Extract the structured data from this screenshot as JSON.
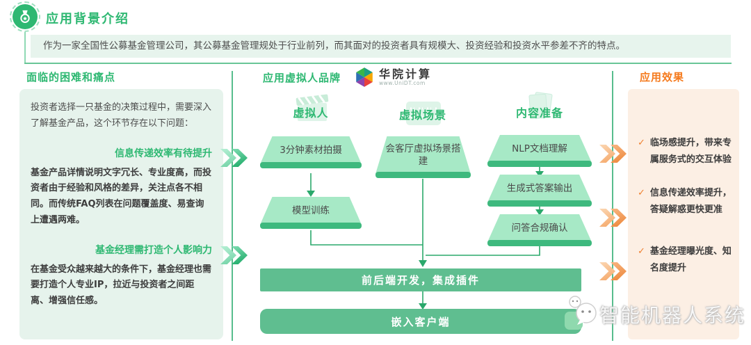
{
  "header": {
    "title": "应用背景介绍",
    "intro": "作为一家全国性公募基金管理公司，其公募基金管理规处于行业前列，而其面对的投资者具有规模大、投资经验和投资水平参差不齐的特点。"
  },
  "left_panel": {
    "title": "面临的困难和痛点",
    "intro": "投资者选择一只基金的决策过程中，需要深入了解基金产品，这个环节存在以下问题：",
    "sections": [
      {
        "heading": "信息传递效率有待提升",
        "body": "基金产品详情说明文字冗长、专业度高，而投资者由于经验和风格的差异，关注点各不相同。而传统FAQ列表在问题覆盖度、易查询上遭遇两难。"
      },
      {
        "heading": "基金经理需打造个人影响力",
        "body": "在基金受众越来越大的条件下，基金经理也需要打造个人专业IP，拉近与投资者之间距离、增强信任感。"
      }
    ]
  },
  "middle_panel": {
    "title": "应用虚拟人品牌",
    "logo": {
      "name": "华院计算",
      "url": "www.UniDT.com"
    },
    "tracks": [
      {
        "label": "虚拟人",
        "steps": [
          "3分钟素材拍摄",
          "模型训练"
        ]
      },
      {
        "label": "虚拟场景",
        "steps": [
          "会客厅虚拟场景搭建"
        ]
      },
      {
        "label": "内容准备",
        "steps": [
          "NLP文档理解",
          "生成式答案输出",
          "问答合规确认"
        ]
      }
    ],
    "bottom_steps": [
      "前后端开发，集成插件",
      "嵌入客户端"
    ]
  },
  "right_panel": {
    "title": "应用效果",
    "items": [
      "临场感提升，带来专属服务式的交互体验",
      "信息传递效率提升，答疑解惑更快更准",
      "基金经理曝光度、知名度提升"
    ]
  },
  "watermark": {
    "text": "智能机器人系统"
  },
  "icons": {
    "check": "✓"
  },
  "colors": {
    "green": "#2eb872",
    "green_mid": "#5fbe90",
    "green_light": "#a7e9c6",
    "green_base": "#3eb97e",
    "panel_green": "#e6f3ec",
    "orange": "#f57a1d",
    "orange_chevron": "#ec8638",
    "panel_orange": "#fcefe4",
    "text_dark": "#3d3d3d"
  }
}
